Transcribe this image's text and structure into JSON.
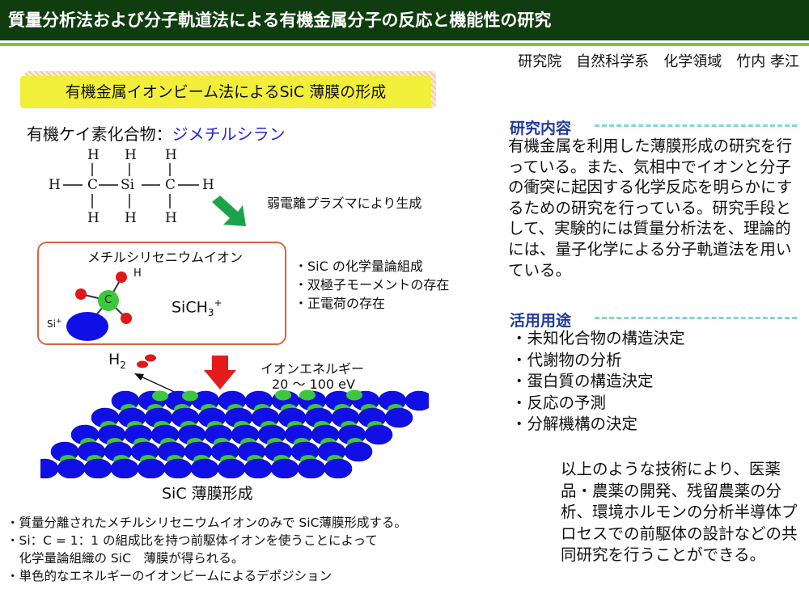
{
  "header": {
    "title": "質量分析法および分子軌道法による有機金属分子の反応と機能性の研究",
    "author": "研究院　自然科学系　化学領域　竹内 孝江"
  },
  "diagram": {
    "banner": "有機金属イオンビーム法によるSiC 薄膜の形成",
    "compound_label": "有機ケイ素化合物：",
    "compound_name": "ジメチルシラン",
    "atoms": {
      "h": "H",
      "c": "C",
      "si": "Si"
    },
    "plasma_label": "弱電離プラズマにより生成",
    "ion_box_title": "メチルシリセニウムイオン",
    "ion_h_label": "H",
    "ion_c_label": "C",
    "ion_si_label": "Si",
    "ion_si_charge": "+",
    "ion_formula": {
      "base": "SiCH",
      "sub": "3",
      "sup": "+"
    },
    "properties": [
      "・SiC の化学量論組成",
      "・双極子モーメントの存在",
      "・正電荷の存在"
    ],
    "h2_label": {
      "base": "H",
      "sub": "2"
    },
    "energy_label": "イオンエネルギー",
    "energy_range": "20 ～ 100 eV",
    "film_label": "SiC 薄膜形成",
    "notes": [
      "・質量分離されたメチルシリセニウムイオンのみで SiC薄膜形成する。",
      "・Si：C = 1：1 の組成比を持つ前駆体イオンを使うことによって",
      "　化学量論組織の SiC　薄膜が得られる。",
      "・単色的なエネルギーのイオンビームによるデポジション"
    ]
  },
  "research": {
    "heading": "研究内容",
    "body": "有機金属を利用した薄膜形成の研究を行っている。また、気相中でイオンと分子の衝突に起因する化学反応を明らかにするための研究を行っている。研究手段として、実験的には質量分析法を、理論的には、量子化学による分子軌道法を用いている。"
  },
  "uses": {
    "heading": "活用用途",
    "items": [
      "・未知化合物の構造決定",
      "・代謝物の分析",
      "・蛋白質の構造決定",
      "・反応の予測",
      "・分解機構の決定"
    ],
    "closing": "以上のような技術により、医薬品・農薬の開発、残留農薬の分析、環境ホルモンの分析半導体プロセスでの前駆体の設計などの共同研究を行うことができる。"
  },
  "colors": {
    "title_bg": "#0f3d0f",
    "title_rule": "#86c232",
    "banner": "#f2ef3a",
    "heading": "#1f3b9e",
    "dash": "#7fd9cf",
    "surface_blue": "#1010e6",
    "surface_green": "#3cc73c",
    "hydrogen_red": "#e01818",
    "arrow_green": "#1ba34a",
    "arrow_red": "#e41c1c",
    "box_border": "#d4663c"
  }
}
